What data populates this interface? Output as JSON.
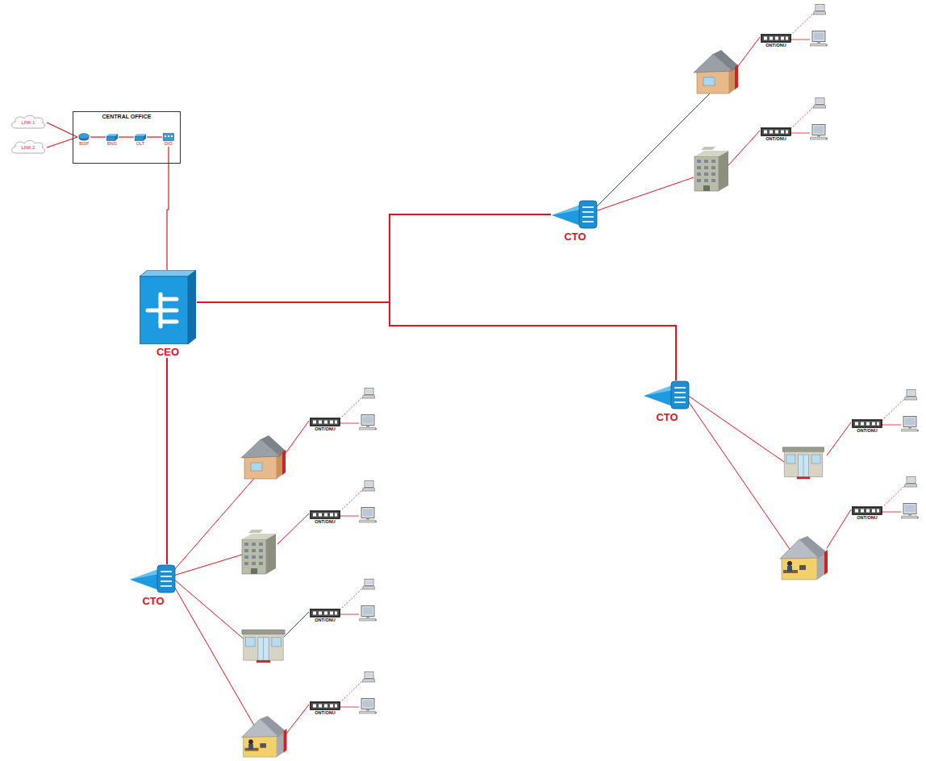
{
  "diagram": {
    "nodes": [
      {
        "text": [
          "LINK 1"
        ]
      },
      {
        "text": [
          "LINK 2"
        ]
      },
      {
        "text": [
          "CENTRAL OFFICE"
        ]
      },
      {
        "text": [
          "BGP"
        ],
        "in": 2
      },
      {
        "text": [
          "BNG"
        ],
        "in": 2
      },
      {
        "text": [
          "OLT"
        ],
        "in": 2
      },
      {
        "text": [
          "DIO"
        ],
        "in": 2
      },
      {
        "text": [
          "CEO"
        ]
      },
      {
        "text": [
          "CTO"
        ]
      },
      {
        "text": [
          "CTO"
        ]
      },
      {
        "text": [
          "CTO"
        ]
      },
      {
        "text": [
          "ONT/ONU"
        ]
      },
      {
        "text": [
          "ONT/ONU"
        ]
      },
      {
        "text": [
          "ONT/ONU"
        ]
      },
      {
        "text": [
          "ONT/ONU"
        ]
      },
      {
        "text": [
          "ONT/ONU"
        ]
      },
      {
        "text": [
          "ONT/ONU"
        ]
      },
      {
        "text": [
          "ONT/ONU"
        ]
      },
      {
        "text": [
          "ONT/ONU"
        ]
      }
    ],
    "edges": [
      {
        "from": 0,
        "to": 3,
        "arrow": "none"
      },
      {
        "from": 1,
        "to": 3,
        "arrow": "none"
      },
      {
        "from": 3,
        "to": 4,
        "arrow": "none"
      },
      {
        "from": 4,
        "to": 5,
        "arrow": "none"
      },
      {
        "from": 5,
        "to": 6,
        "arrow": "none"
      },
      {
        "from": 6,
        "to": 7,
        "arrow": "none"
      },
      {
        "from": 7,
        "to": 8,
        "arrow": "none"
      },
      {
        "from": 7,
        "to": 9,
        "arrow": "none"
      },
      {
        "from": 7,
        "to": 10,
        "arrow": "none"
      }
    ]
  }
}
